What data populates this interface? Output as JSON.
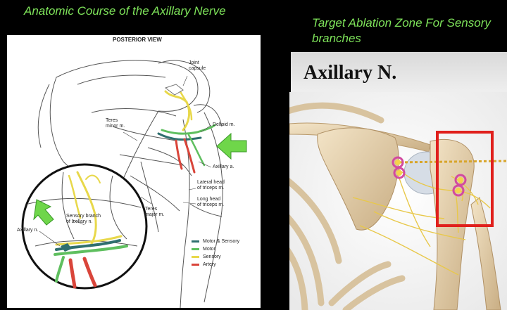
{
  "left_title": "Anatomic Course of the Axillary Nerve",
  "right_title": "Target Ablation Zone For Sensory branches",
  "right_header": "Axillary N.",
  "diagram": {
    "view_label": "POSTERIOR VIEW",
    "labels": {
      "joint_capsule": "Joint\ncapsule",
      "teres_minor": "Teres\nminor m.",
      "deltoid": "Deltoid m.",
      "axillary_a": "Axillary a.",
      "lateral_head": "Lateral head\nof triceps m.",
      "long_head": "Long head\nof triceps m.",
      "teres_major": "Teres\nmajor m.",
      "sensory_branch": "Sensory branch\nof axillary n.",
      "axillary_n": "Axillary n."
    },
    "legend": [
      {
        "label": "Motor & Sensory",
        "color": "#2f6f6f"
      },
      {
        "label": "Motor",
        "color": "#5fbf5f"
      },
      {
        "label": "Sensory",
        "color": "#e8d84a"
      },
      {
        "label": "Artery",
        "color": "#d9453a"
      }
    ],
    "arrow_color": "#6fd64a"
  },
  "colors": {
    "title": "#7ee35a",
    "target_box": "#e0201c"
  }
}
